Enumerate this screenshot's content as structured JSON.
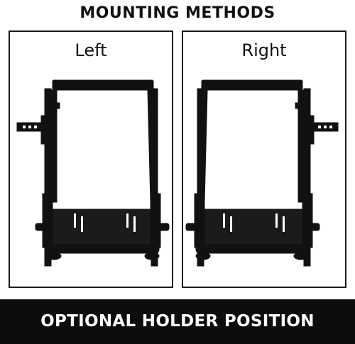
{
  "title": "MOUNTING METHODS",
  "panels": [
    {
      "label": "Left",
      "holder_side": "left"
    },
    {
      "label": "Right",
      "holder_side": "right"
    }
  ],
  "banner": "OPTIONAL HOLDER POSITION"
}
